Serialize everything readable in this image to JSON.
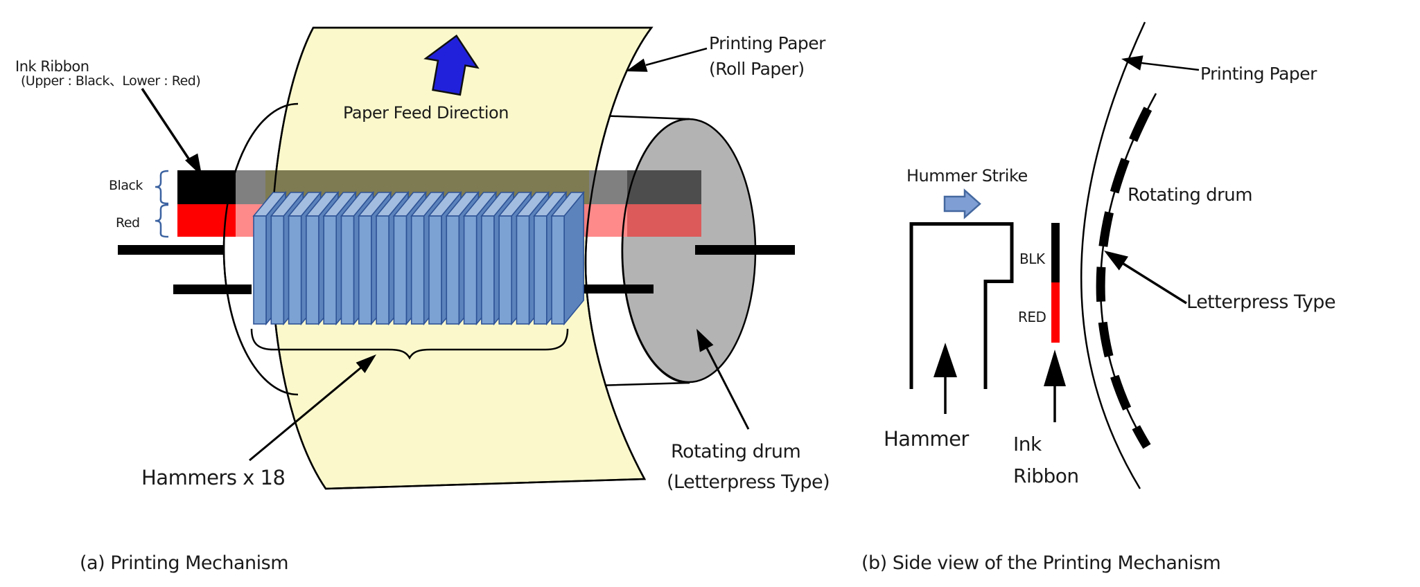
{
  "title": "Printing mechanism diagram",
  "colors": {
    "paper_yellow": "#FBF9CC",
    "drum_gray": "#B3B3B3",
    "outline": "#000000",
    "feed_arrow_blue": "#2121DC",
    "strike_arrow_blue": "#7F9FD4",
    "strike_arrow_border": "#44689F",
    "brace_blue": "#3B62A0",
    "ribbon": {
      "black": "#000000",
      "black_dim": "#808080",
      "black_on_paper": "#7E7B52",
      "black_on_drum": "#4D4D4D",
      "red": "#FF0000",
      "red_dim": "#FF8A8A",
      "red_on_paper": "#F58080",
      "red_on_drum": "#DC5A5A"
    },
    "hammer": {
      "front": "#7CA2D4",
      "top": "#A3BDE0",
      "side": "#5C83BC",
      "stroke": "#2E5396"
    }
  },
  "a": {
    "caption": "(a) Printing Mechanism",
    "ink_ribbon_label": "Ink Ribbon",
    "ink_ribbon_sub": "(Upper : Black、Lower : Red)",
    "black_label": "Black",
    "red_label": "Red",
    "paper_feed_label": "Paper Feed Direction",
    "printing_paper_label": "Printing Paper",
    "roll_paper_label": "(Roll Paper)",
    "hammers_label": "Hammers x 18",
    "rotating_drum_label": "Rotating drum",
    "letterpress_label": "(Letterpress Type)",
    "hammers": {
      "count": 18
    }
  },
  "b": {
    "caption": "(b) Side view of the Printing Mechanism",
    "hummer_strike_label": "Hummer Strike",
    "printing_paper_label": "Printing Paper",
    "rotating_drum_label": "Rotating drum",
    "letterpress_type_label": "Letterpress Type",
    "hammer_label": "Hammer",
    "ink_label_line1": "Ink",
    "ink_label_line2": "Ribbon",
    "blk_label": "BLK",
    "red_label": "RED"
  }
}
